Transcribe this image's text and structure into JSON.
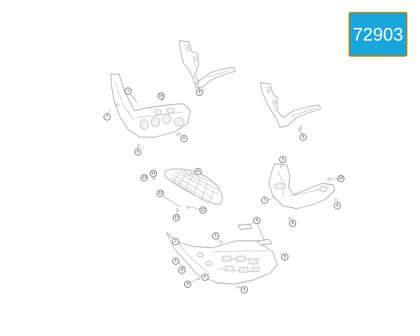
{
  "badge": {
    "number": "72903",
    "background": "#19a6dd",
    "border": "#b8860b"
  },
  "callouts": [
    {
      "id": "c1",
      "label": "1"
    },
    {
      "id": "c10a",
      "label": "10"
    },
    {
      "id": "c7a",
      "label": "7"
    },
    {
      "id": "c6a",
      "label": "6"
    },
    {
      "id": "c8a",
      "label": "8"
    },
    {
      "id": "c9a",
      "label": "9"
    },
    {
      "id": "c9b",
      "label": "9"
    },
    {
      "id": "c11",
      "label": "11"
    },
    {
      "id": "c13a",
      "label": "13"
    },
    {
      "id": "c12a",
      "label": "12"
    },
    {
      "id": "c12b",
      "label": "12"
    },
    {
      "id": "c12c",
      "label": "12"
    },
    {
      "id": "c13b",
      "label": "13"
    },
    {
      "id": "c3",
      "label": "3"
    },
    {
      "id": "c10b",
      "label": "10"
    },
    {
      "id": "c7b",
      "label": "7"
    },
    {
      "id": "c6b",
      "label": "6"
    },
    {
      "id": "c8b",
      "label": "8"
    },
    {
      "id": "c4",
      "label": "4"
    },
    {
      "id": "c5a",
      "label": "5"
    },
    {
      "id": "c2",
      "label": "2"
    },
    {
      "id": "c5b",
      "label": "5"
    },
    {
      "id": "c8c",
      "label": "8"
    },
    {
      "id": "c5c",
      "label": "5"
    },
    {
      "id": "c5d",
      "label": "5"
    },
    {
      "id": "c8d",
      "label": "8"
    },
    {
      "id": "c5e",
      "label": "5"
    }
  ]
}
